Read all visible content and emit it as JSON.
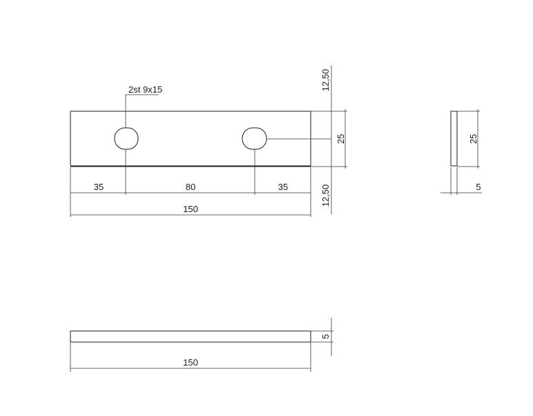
{
  "callout": {
    "hole_note": "2st 9x15"
  },
  "front_view": {
    "dims": {
      "width_total": "150",
      "seg_left": "35",
      "seg_middle": "80",
      "seg_right": "35",
      "height": "25",
      "offset_top": "12,50",
      "offset_bottom": "12,50"
    }
  },
  "side_view": {
    "dims": {
      "height": "25",
      "thickness": "5"
    }
  },
  "top_view": {
    "dims": {
      "width_total": "150",
      "thickness": "5"
    }
  },
  "colors": {
    "line": "#1a1a1a",
    "background": "#ffffff"
  }
}
